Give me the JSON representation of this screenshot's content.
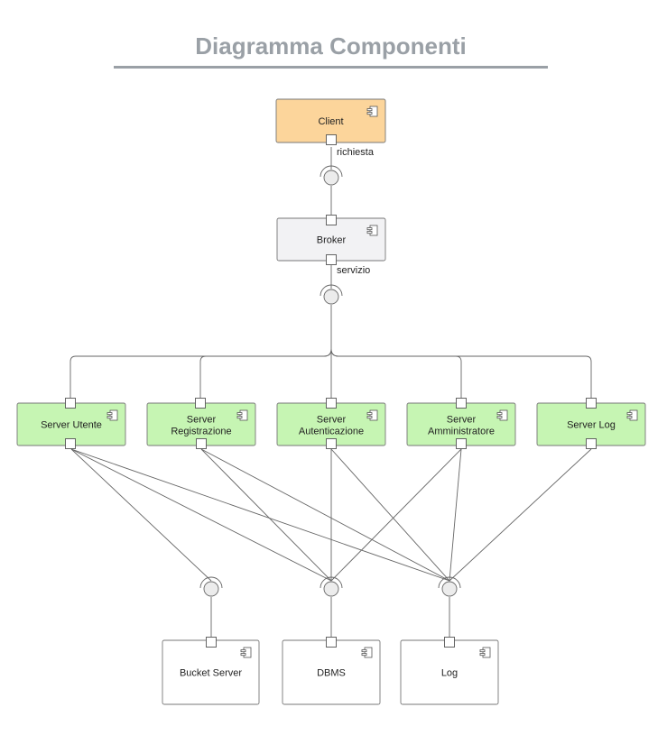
{
  "title": "Diagramma Componenti",
  "colors": {
    "client_fill": "#fcd59b",
    "broker_fill": "#f2f2f4",
    "server_fill": "#c6f5b3",
    "store_fill": "#ffffff",
    "title_color": "#9aa0a6",
    "stroke": "#666666"
  },
  "components": {
    "client": {
      "label": "Client",
      "icon": "component-icon"
    },
    "broker": {
      "label": "Broker",
      "icon": "component-icon"
    },
    "server_utente": {
      "label": "Server Utente",
      "icon": "component-icon"
    },
    "server_registrazione": {
      "label": [
        "Server",
        "Registrazione"
      ],
      "icon": "component-icon"
    },
    "server_autenticazione": {
      "label": [
        "Server",
        "Autenticazione"
      ],
      "icon": "component-icon"
    },
    "server_amministratore": {
      "label": [
        "Server",
        "Amministratore"
      ],
      "icon": "component-icon"
    },
    "server_log": {
      "label": "Server Log",
      "icon": "component-icon"
    },
    "bucket_server": {
      "label": "Bucket Server",
      "icon": "component-icon"
    },
    "dbms": {
      "label": "DBMS",
      "icon": "component-icon"
    },
    "log": {
      "label": "Log",
      "icon": "component-icon"
    }
  },
  "interfaces": {
    "richiesta": "richiesta",
    "servizio": "servizio"
  },
  "connections": [
    [
      "server_utente",
      "bucket_server"
    ],
    [
      "server_utente",
      "dbms"
    ],
    [
      "server_utente",
      "log"
    ],
    [
      "server_registrazione",
      "dbms"
    ],
    [
      "server_registrazione",
      "log"
    ],
    [
      "server_autenticazione",
      "dbms"
    ],
    [
      "server_autenticazione",
      "log"
    ],
    [
      "server_amministratore",
      "dbms"
    ],
    [
      "server_amministratore",
      "log"
    ],
    [
      "server_log",
      "log"
    ]
  ]
}
